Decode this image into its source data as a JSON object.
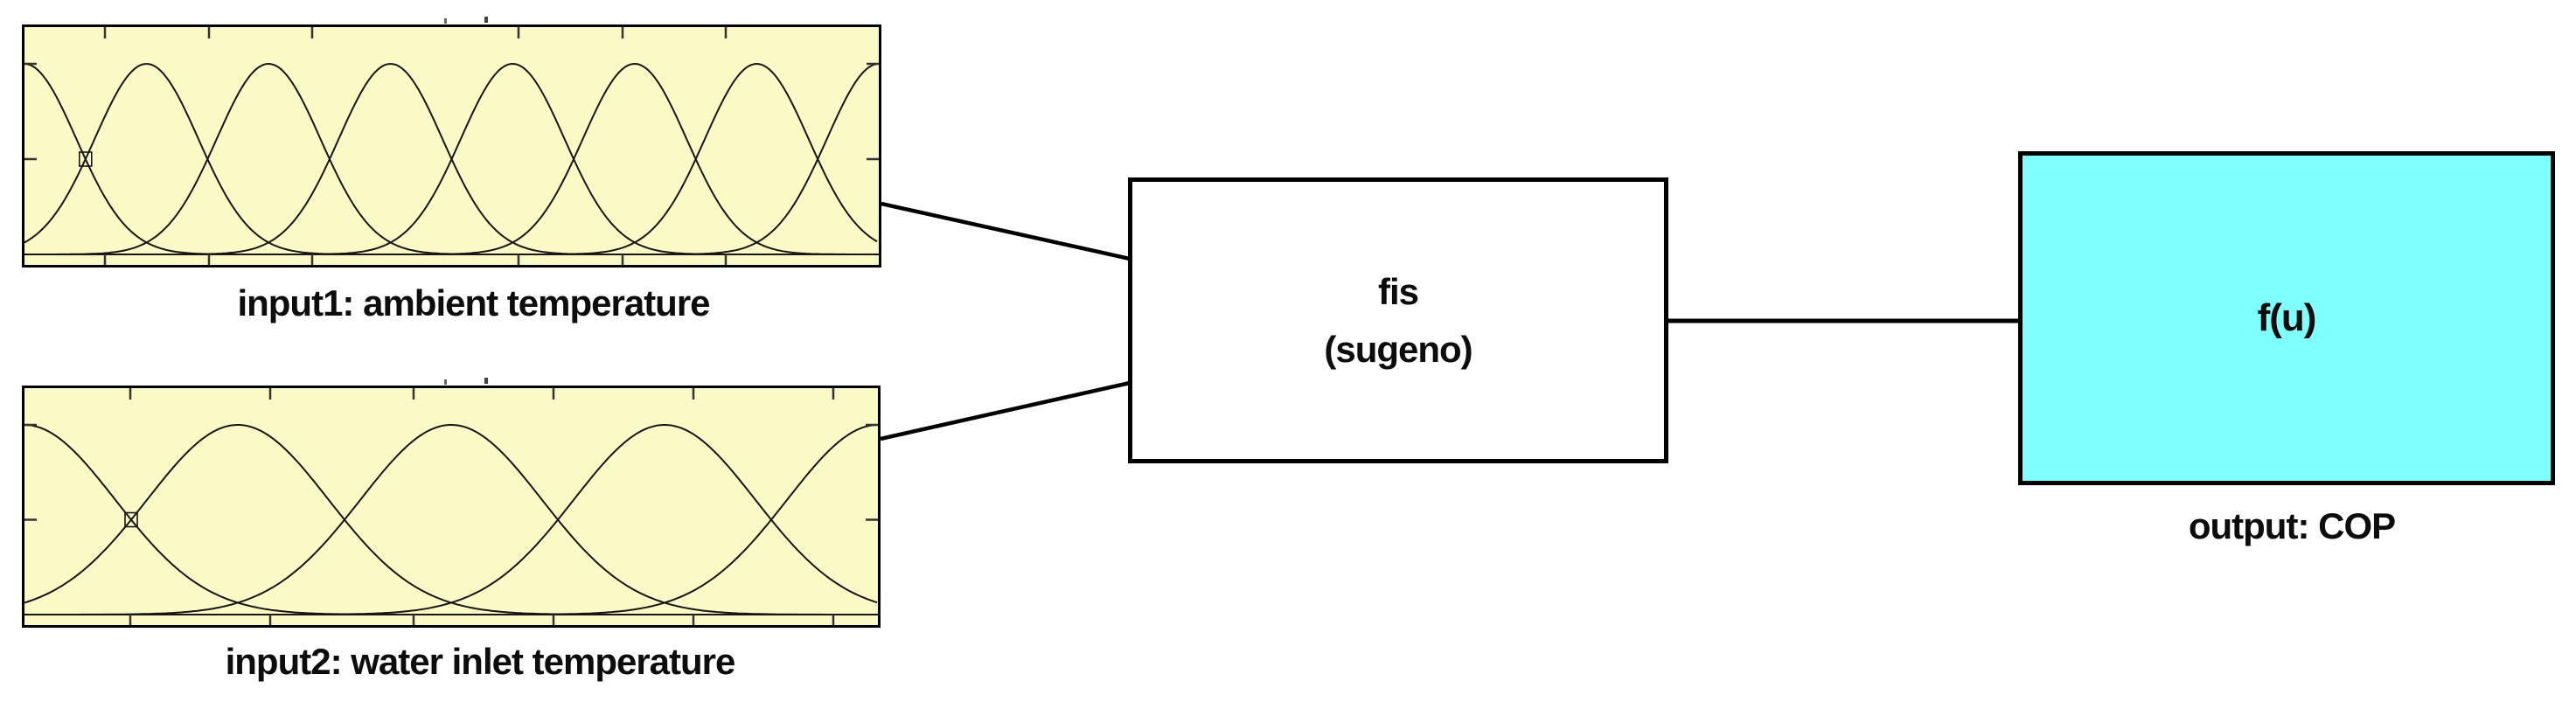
{
  "diagram": {
    "kind": "fuzzy-inference-system-overview",
    "system": {
      "name": "fis",
      "type_label": "(sugeno)"
    },
    "inputs": [
      {
        "id": "input1",
        "label": "input1: ambient temperature",
        "mf_type": "gaussian",
        "mf_count": 8,
        "fill": "#fafac7",
        "tick_xs": [
          92,
          211,
          329,
          565,
          684,
          802
        ],
        "remnant_marks_x": [
          483,
          529
        ]
      },
      {
        "id": "input2",
        "label": "input2: water inlet temperature",
        "mf_type": "gaussian",
        "mf_count": 5,
        "fill": "#fafac7",
        "tick_xs": [
          121,
          281,
          445,
          605,
          765,
          925
        ],
        "remnant_marks_x": [
          483,
          529
        ]
      }
    ],
    "output": {
      "block_label": "f(u)",
      "label": "output: COP",
      "fill": "#80ffff"
    },
    "colors": {
      "input_fill": "#fafac7",
      "output_fill": "#80ffff",
      "border": "#000000",
      "curve": "#161616",
      "tick": "#333333"
    }
  },
  "chart_data": [
    {
      "type": "line",
      "title": "input1: ambient temperature",
      "curve_family": "gaussmf",
      "n_curves": 8,
      "peak_positions_normalized": [
        0,
        0.143,
        0.286,
        0.429,
        0.571,
        0.714,
        0.857,
        1
      ],
      "peak_value": 1,
      "neighbor_crossing_level": 0.5,
      "ylim": [
        0,
        1
      ],
      "grid": false,
      "legend": "none"
    },
    {
      "type": "line",
      "title": "input2: water inlet temperature",
      "curve_family": "gaussmf",
      "n_curves": 5,
      "peak_positions_normalized": [
        0,
        0.25,
        0.5,
        0.75,
        1
      ],
      "peak_value": 1,
      "neighbor_crossing_level": 0.5,
      "ylim": [
        0,
        1
      ],
      "grid": false,
      "legend": "none"
    }
  ]
}
